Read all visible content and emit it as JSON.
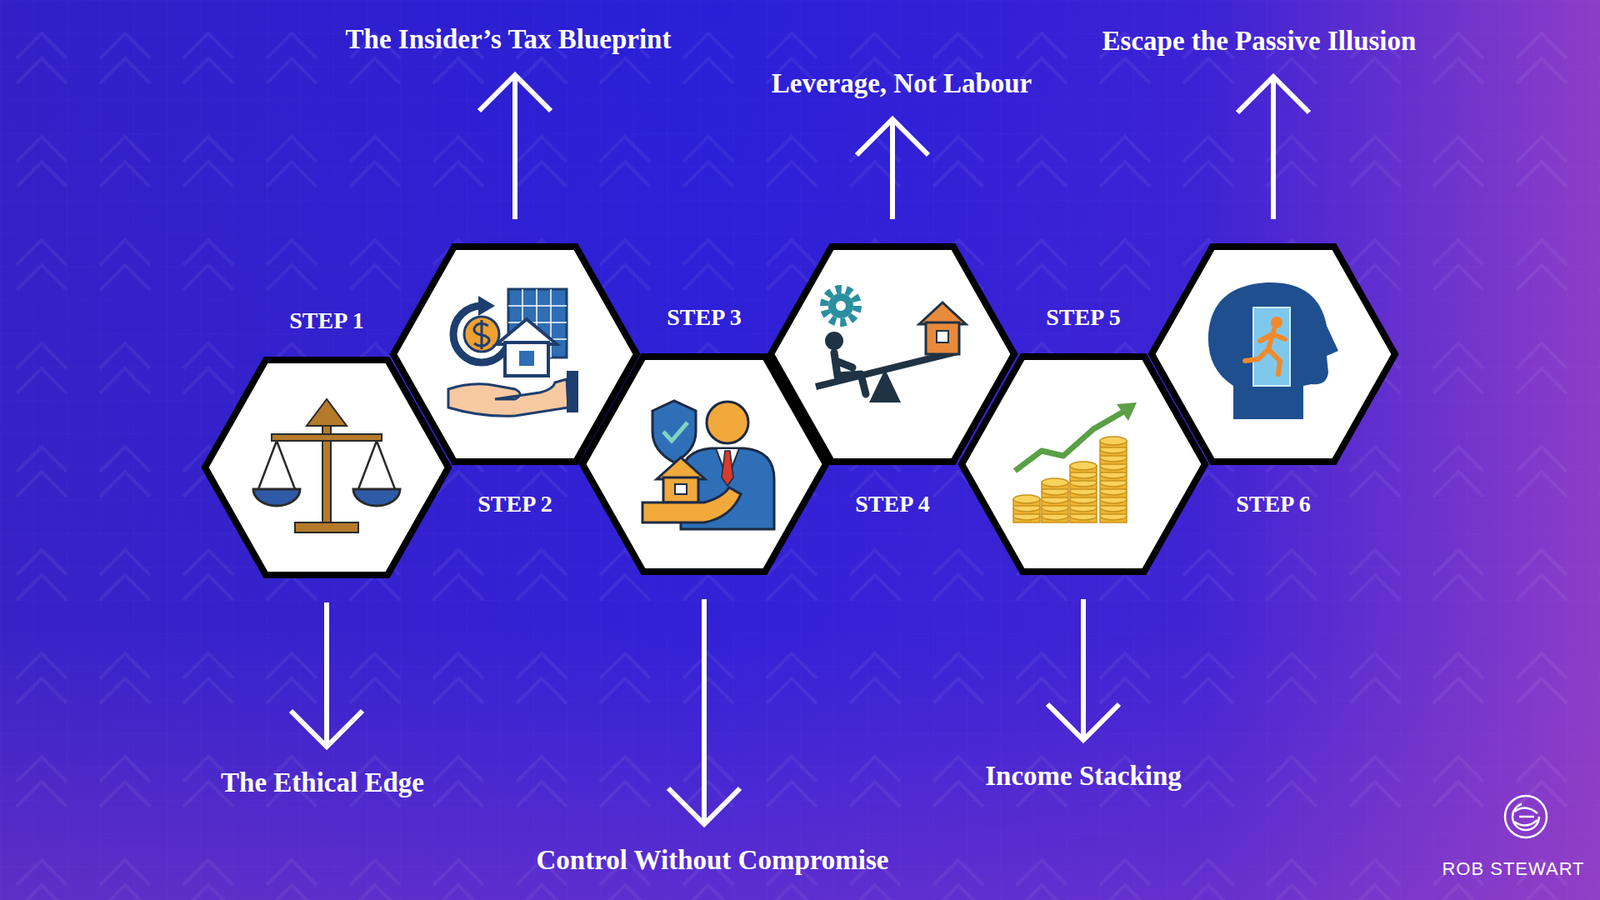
{
  "diagram": {
    "nodes": [
      {
        "text": [
          "STEP 1"
        ]
      },
      {
        "text": [
          "STEP 2"
        ]
      },
      {
        "text": [
          "STEP 3"
        ]
      },
      {
        "text": [
          "STEP 4"
        ]
      },
      {
        "text": [
          "STEP 5"
        ]
      },
      {
        "text": [
          "STEP 6"
        ]
      },
      {
        "text": [
          "The Ethical Edge"
        ]
      },
      {
        "text": [
          "The Insider’s Tax Blueprint"
        ]
      },
      {
        "text": [
          "Control Without Compromise"
        ]
      },
      {
        "text": [
          "Leverage, Not Labour"
        ]
      },
      {
        "text": [
          "Income Stacking"
        ]
      },
      {
        "text": [
          "Escape the Passive Illusion"
        ]
      }
    ],
    "edges": [
      {
        "from": 0,
        "to": 6,
        "arrow": "to"
      },
      {
        "from": 1,
        "to": 7,
        "arrow": "to"
      },
      {
        "from": 2,
        "to": 8,
        "arrow": "to"
      },
      {
        "from": 3,
        "to": 9,
        "arrow": "to"
      },
      {
        "from": 4,
        "to": 10,
        "arrow": "to"
      },
      {
        "from": 5,
        "to": 11,
        "arrow": "to"
      }
    ],
    "labels": [
      "ROB STEWART"
    ]
  }
}
